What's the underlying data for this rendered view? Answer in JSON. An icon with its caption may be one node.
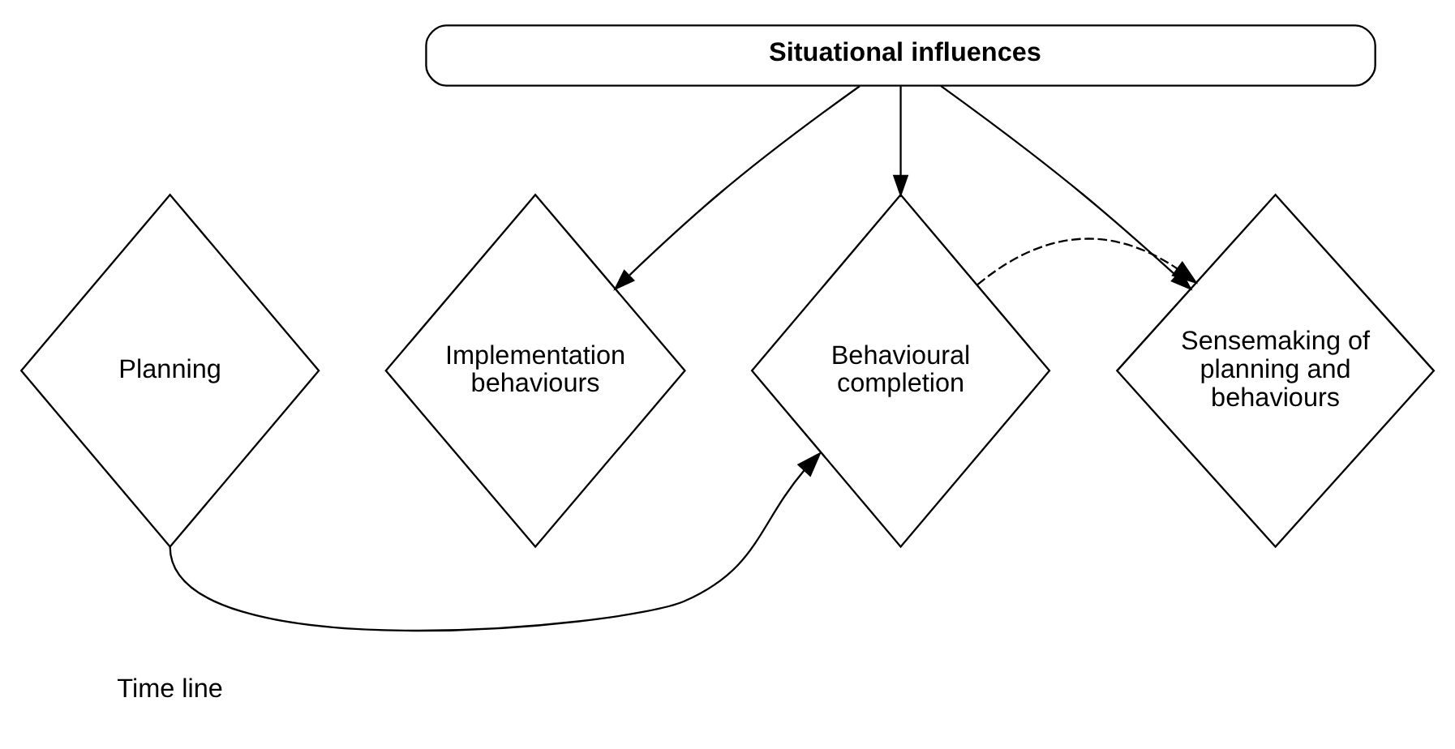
{
  "diagram": {
    "nodes": [
      {
        "text": [
          "Situational influences"
        ]
      },
      {
        "text": [
          "Planning"
        ]
      },
      {
        "text": [
          "Implementation behaviours"
        ]
      },
      {
        "text": [
          "Behavioural completion"
        ]
      },
      {
        "text": [
          "Sensemaking of planning and behaviours"
        ]
      }
    ],
    "edges": [
      {
        "from": 0,
        "to": 2,
        "arrow": "to"
      },
      {
        "from": 0,
        "to": 3,
        "arrow": "to"
      },
      {
        "from": 0,
        "to": 4,
        "arrow": "to"
      },
      {
        "from": 1,
        "to": 3,
        "arrow": "to"
      },
      {
        "from": 3,
        "to": 4,
        "arrow": "to",
        "style": "dashed"
      }
    ],
    "labels": [
      "Time line"
    ]
  }
}
